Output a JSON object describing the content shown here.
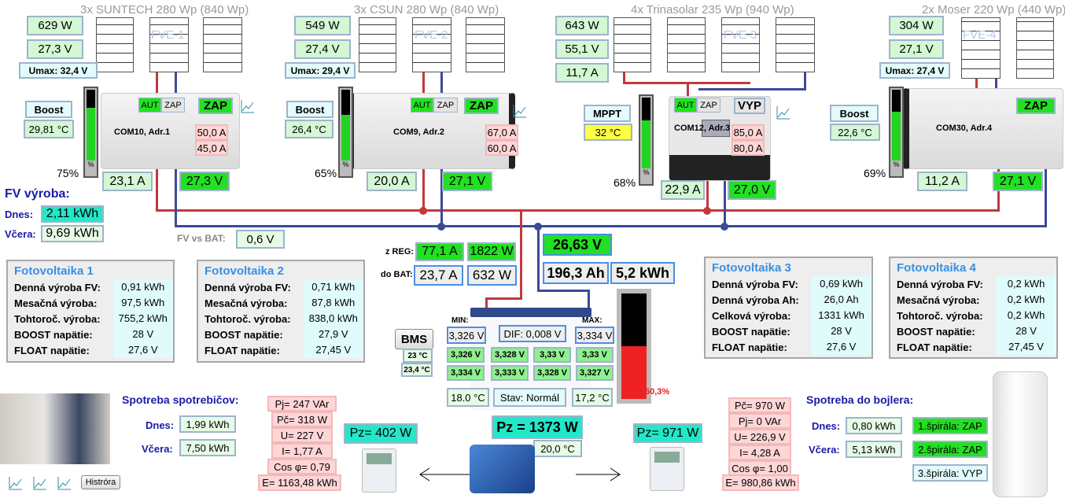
{
  "stations": [
    {
      "title": "3x SUNTECH 280 Wp (840 Wp)",
      "label": "FVE-1",
      "power": "629 W",
      "voltage": "27,3 V",
      "umax": "Umax: 32,4 V",
      "mode": "Boost",
      "temp": "29,81 °C",
      "aut": "AUT",
      "zap": "ZAP",
      "state": "ZAP",
      "com": "COM10, Adr.1",
      "a1": "50,0 A",
      "a2": "45,0 A",
      "pct": 75,
      "pct_label": "75%",
      "current": "23,1 A",
      "out_voltage": "27,3 V"
    },
    {
      "title": "3x CSUN 280 Wp (840 Wp)",
      "label": "FVE-2",
      "power": "549 W",
      "voltage": "27,4 V",
      "umax": "Umax: 29,4 V",
      "mode": "Boost",
      "temp": "26,4 °C",
      "aut": "AUT",
      "zap": "ZAP",
      "state": "ZAP",
      "com": "COM9, Adr.2",
      "a1": "67,0 A",
      "a2": "60,0 A",
      "pct": 65,
      "pct_label": "65%",
      "current": "20,0 A",
      "out_voltage": "27,1 V"
    },
    {
      "title": "4x Trinasolar 235 Wp (940 Wp)",
      "label": "FVE-3",
      "power": "643 W",
      "voltage": "55,1 V",
      "pv_current": "11,7 A",
      "mode": "MPPT",
      "temp": "32 °C",
      "aut": "AUT",
      "zap": "ZAP",
      "state": "VYP",
      "com": "COM12, Adr.3",
      "a1": "85,0 A",
      "a2": "80,0 A",
      "pct": 68,
      "pct_label": "68%",
      "current": "22,9 A",
      "out_voltage": "27,0 V"
    },
    {
      "title": "2x Moser 220 Wp (440 Wp)",
      "label": "FVE-4",
      "power": "304 W",
      "voltage": "27,1 V",
      "umax": "Umax: 27,4 V",
      "mode": "Boost",
      "temp": "22,6 °C",
      "state": "ZAP",
      "com": "COM30, Adr.4",
      "pct": 69,
      "pct_label": "69%",
      "current": "11,2 A",
      "out_voltage": "27,1 V"
    }
  ],
  "fv_production": {
    "title": "FV výroba:",
    "today_label": "Dnes:",
    "today": "2,11 kWh",
    "yesterday_label": "Včera:",
    "yesterday": "9,69 kWh",
    "fv_vs_bat_label": "FV vs BAT:",
    "fv_vs_bat": "0,6 V"
  },
  "summaries": [
    {
      "title": "Fotovoltaika 1",
      "rows": [
        [
          "Denná výroba FV:",
          "0,91 kWh"
        ],
        [
          "Mesačná výroba:",
          "97,5 kWh"
        ],
        [
          "Tohtoroč. výroba:",
          "755,2 kWh"
        ],
        [
          "BOOST napätie:",
          "28 V"
        ],
        [
          "FLOAT napätie:",
          "27,6 V"
        ]
      ]
    },
    {
      "title": "Fotovoltaika 2",
      "rows": [
        [
          "Denná výroba FV:",
          "0,71 kWh"
        ],
        [
          "Mesačná výroba:",
          "87,8 kWh"
        ],
        [
          "Tohtoroč. výroba:",
          "838,0 kWh"
        ],
        [
          "BOOST napätie:",
          "27,9 V"
        ],
        [
          "FLOAT napätie:",
          "27,45 V"
        ]
      ]
    },
    {
      "title": "Fotovoltaika 3",
      "rows": [
        [
          "Denná výroba FV:",
          "0,69 kWh"
        ],
        [
          "Denná výroba Ah:",
          "26,0 Ah"
        ],
        [
          "Celková výroba:",
          "1331 kWh"
        ],
        [
          "BOOST napätie:",
          "28 V"
        ],
        [
          "FLOAT napätie:",
          "27,6 V"
        ]
      ]
    },
    {
      "title": "Fotovoltaika 4",
      "rows": [
        [
          "Denná výroba FV:",
          "0,2 kWh"
        ],
        [
          "Mesačná výroba:",
          "0,2 kWh"
        ],
        [
          "Tohtoroč. výroba:",
          "0,2 kWh"
        ],
        [
          "BOOST napätie:",
          "28 V"
        ],
        [
          "FLOAT napätie:",
          "27,45 V"
        ]
      ]
    }
  ],
  "battery": {
    "zreg_label": "z REG:",
    "zreg_current": "77,1 A",
    "zreg_power": "1822 W",
    "dobat_label": "do BAT:",
    "dobat_current": "23,7 A",
    "dobat_power": "632 W",
    "voltage": "26,63 V",
    "capacity_ah": "196,3 Ah",
    "capacity_kwh": "5,2 kWh",
    "soc": 50.3,
    "soc_label": "50,3%",
    "min_label": "MIN:",
    "max_label": "MAX:",
    "min": "3,326 V",
    "dif": "DIF:  0,008 V",
    "max": "3,334 V",
    "cells": [
      "3,326 V",
      "3,328 V",
      "3,33 V",
      "3,33 V",
      "3,334 V",
      "3,333 V",
      "3,328 V",
      "3,327 V"
    ],
    "temp1": "18.0 °C",
    "status": "Stav: Normál",
    "temp2": "17,2 °C",
    "bms_button": "BMS",
    "bms_temp1": "23 °C",
    "bms_temp2": "23,4 °C"
  },
  "consumers": {
    "title": "Spotreba spotrebičov:",
    "today_label": "Dnes:",
    "today": "1,99 kWh",
    "yesterday_label": "Včera:",
    "yesterday": "7,50 kWh",
    "history_button": "Histróra",
    "meter": [
      "Pj= 247 VAr",
      "Pč= 318 W",
      "U= 227 V",
      "I= 1,77 A",
      "Cos φ= 0,79",
      "E= 1163,48 kWh"
    ],
    "pz": "Pz= 402 W"
  },
  "inverter": {
    "pz": "Pz = 1373 W",
    "temp": "20,0 °C"
  },
  "boiler": {
    "title": "Spotreba do bojlera:",
    "today_label": "Dnes:",
    "today": "0,80 kWh",
    "yesterday_label": "Včera:",
    "yesterday": "5,13 kWh",
    "meter": [
      "Pč= 970 W",
      "Pj= 0 VAr",
      "U= 226,9 V",
      "I= 4,28 A",
      "Cos φ= 1,00",
      "E= 980,86 kWh"
    ],
    "pz": "Pz= 971 W",
    "spirals": [
      {
        "label": "1.špirála: ZAP",
        "on": true
      },
      {
        "label": "2.špirála: ZAP",
        "on": true
      },
      {
        "label": "3.špirála: VYP",
        "on": false
      }
    ]
  },
  "colors": {
    "wire_positive": "#c0393e",
    "wire_negative": "#3b4a9a",
    "on": "#22e022",
    "soc_fill": "#ee2222"
  }
}
